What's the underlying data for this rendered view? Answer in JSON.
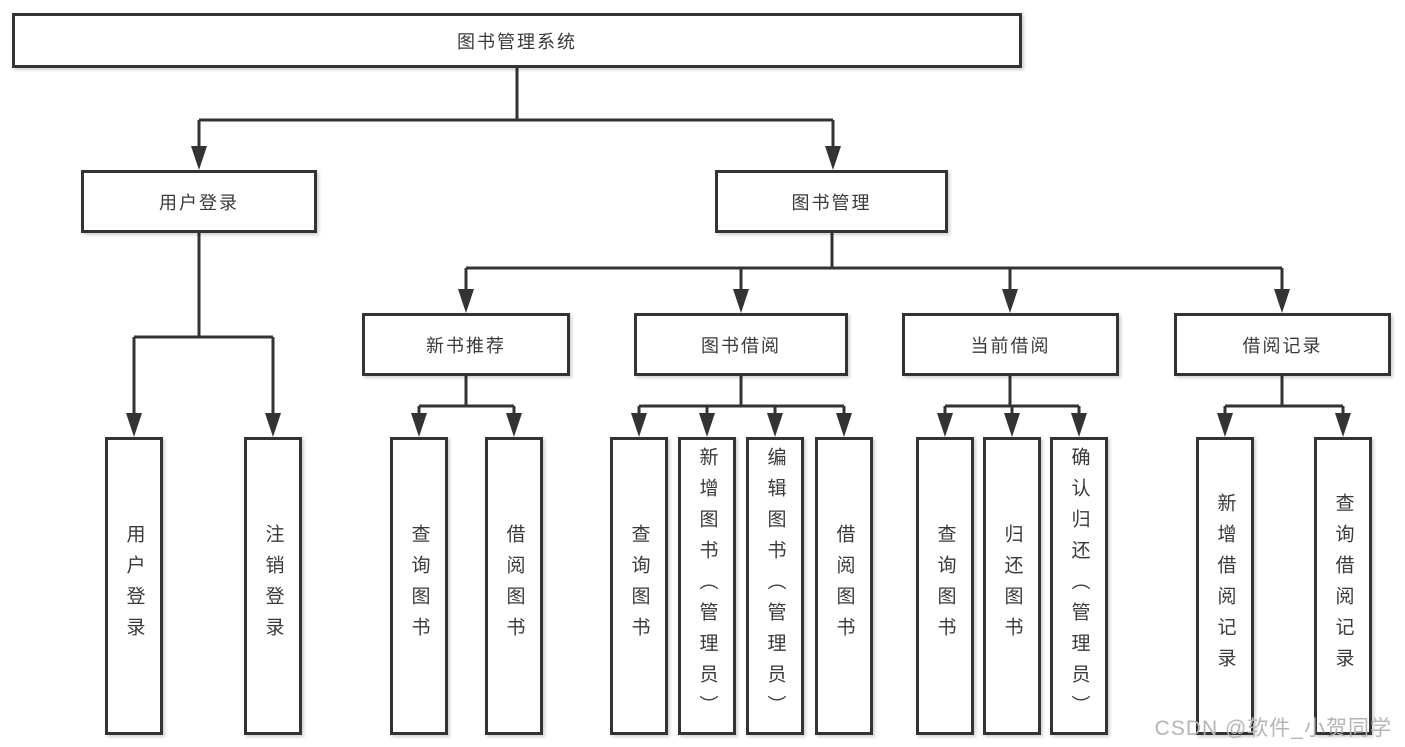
{
  "tree": {
    "label": "图书管理系统",
    "children": [
      {
        "label": "用户登录",
        "children": [
          {
            "label": "用户登录"
          },
          {
            "label": "注销登录"
          }
        ]
      },
      {
        "label": "图书管理",
        "children": [
          {
            "label": "新书推荐",
            "children": [
              {
                "label": "查询图书"
              },
              {
                "label": "借阅图书"
              }
            ]
          },
          {
            "label": "图书借阅",
            "children": [
              {
                "label": "查询图书"
              },
              {
                "label": "新增图书（管理员）"
              },
              {
                "label": "编辑图书（管理员）"
              },
              {
                "label": "借阅图书"
              }
            ]
          },
          {
            "label": "当前借阅",
            "children": [
              {
                "label": "查询图书"
              },
              {
                "label": "归还图书"
              },
              {
                "label": "确认归还（管理员）"
              }
            ]
          },
          {
            "label": "借阅记录",
            "children": [
              {
                "label": "新增借阅记录"
              },
              {
                "label": "查询借阅记录"
              }
            ]
          }
        ]
      }
    ]
  },
  "watermark": {
    "text": "CSDN @软件_小贺同学"
  },
  "colors": {
    "line": "#333333",
    "box_border": "#333333",
    "text": "#3a3a3a",
    "watermark": "#b5b5b5",
    "background": "#ffffff"
  }
}
